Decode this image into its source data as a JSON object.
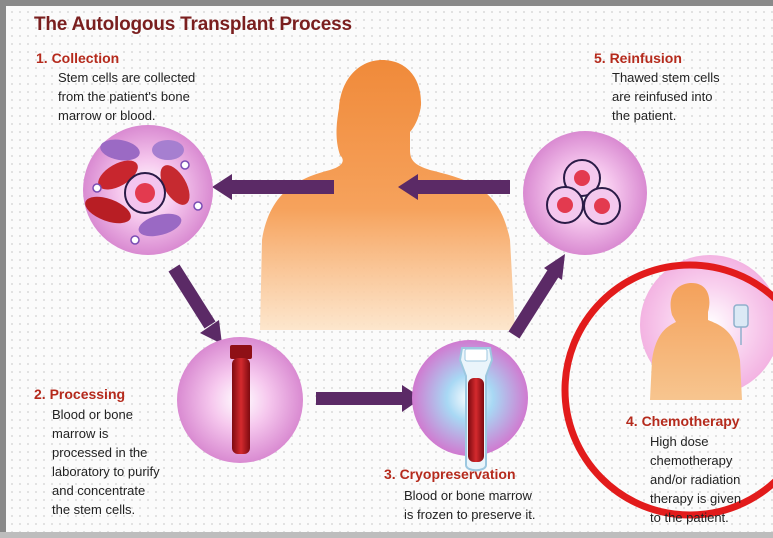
{
  "title": "The Autologous Transplant Process",
  "steps": [
    {
      "heading": "1. Collection",
      "text": "Stem cells are collected\nfrom the patient's bone\nmarrow or blood."
    },
    {
      "heading": "2. Processing",
      "text": "Blood or bone\nmarrow is\nprocessed in the\nlaboratory to purify\nand concentrate\nthe stem cells."
    },
    {
      "heading": "3. Cryopreservation",
      "text": "Blood or bone marrow\nis frozen to preserve it."
    },
    {
      "heading": "4. Chemotherapy",
      "text": "High dose\nchemotherapy\nand/or radiation\ntherapy is given\nto the patient."
    },
    {
      "heading": "5. Reinfusion",
      "text": "Thawed stem cells\nare reinfused into\nthe patient."
    }
  ],
  "colors": {
    "title": "#7a1f1f",
    "heading": "#b52a1c",
    "arrow": "#5b2a66",
    "highlight_ring": "#e21b1b",
    "body_figure": "#f08a3a",
    "blood": "#b3131a"
  },
  "icons": [
    "stem-cells-icon",
    "blood-vial-icon",
    "frozen-vial-icon",
    "iv-bag-icon",
    "reinfused-cells-icon",
    "patient-silhouette-icon"
  ]
}
